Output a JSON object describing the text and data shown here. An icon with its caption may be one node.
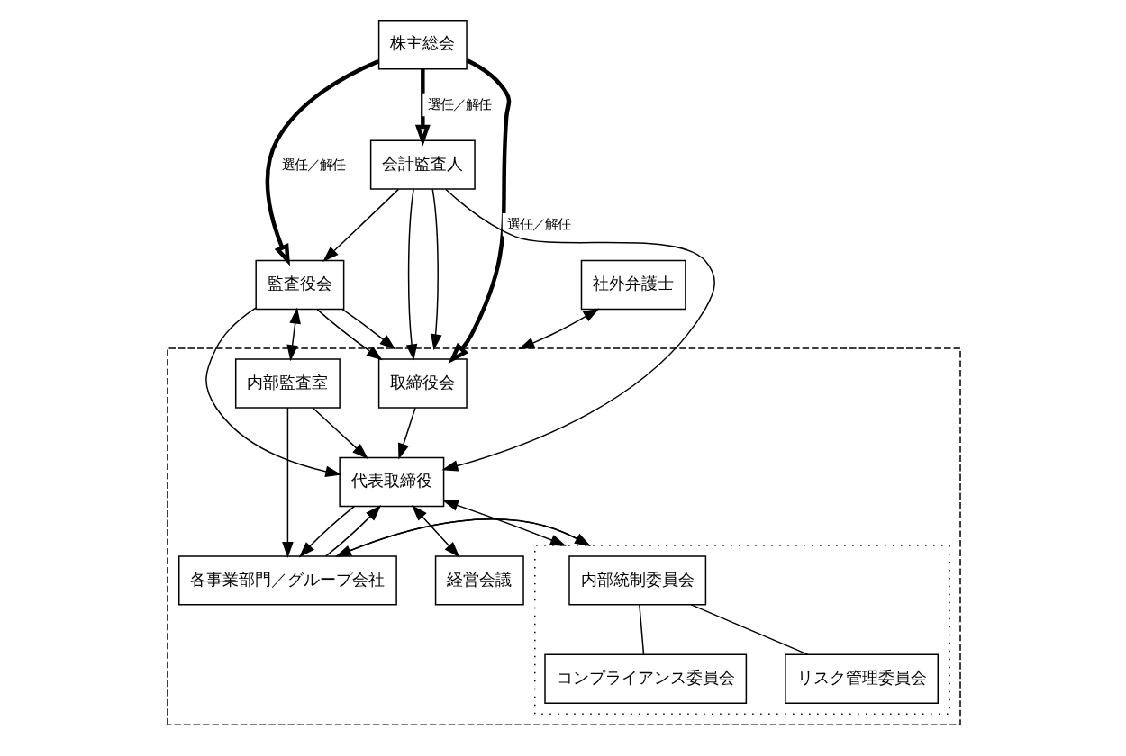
{
  "diagram": {
    "nodes": [
      {
        "text": [
          "株主総会"
        ]
      },
      {
        "text": [
          "監査役会"
        ]
      },
      {
        "text": [
          "会計監査人"
        ]
      },
      {
        "text": [],
        "shape": "box"
      },
      {
        "text": [
          "取締役会"
        ],
        "in": 3
      },
      {
        "text": [
          "代表取締役"
        ],
        "in": 3
      },
      {
        "text": [],
        "shape": "box",
        "in": 3
      },
      {
        "text": [
          "内部統制委員会"
        ],
        "in": 6
      },
      {
        "text": [
          "コンプライアンス委員会"
        ],
        "in": 6
      },
      {
        "text": [
          "リスク管理委員会"
        ],
        "in": 6
      },
      {
        "text": [
          "経営会議"
        ],
        "in": 3
      },
      {
        "text": [
          "内部監査室"
        ],
        "in": 3
      },
      {
        "text": [
          "各事業部門／グループ会社"
        ],
        "in": 3
      },
      {
        "text": [
          "社外弁護士"
        ]
      }
    ],
    "edges": [
      {
        "from": 0,
        "to": 1,
        "arrow": "to",
        "label": "選任／解任",
        "style": "thick"
      },
      {
        "from": 0,
        "to": 4,
        "arrow": "to",
        "label": "選任／解任",
        "style": "thick"
      },
      {
        "from": 0,
        "to": 2,
        "arrow": "to",
        "label": "選任／解任",
        "style": "thick"
      },
      {
        "from": 2,
        "to": 1,
        "arrow": "to"
      },
      {
        "from": 1,
        "to": 4,
        "arrow": "to"
      },
      {
        "from": 2,
        "to": 4,
        "arrow": "to"
      },
      {
        "from": 1,
        "to": 3,
        "arrow": "to"
      },
      {
        "from": 1,
        "to": 11,
        "arrow": "both"
      },
      {
        "from": 1,
        "to": 5,
        "arrow": "to"
      },
      {
        "from": 11,
        "to": 5,
        "arrow": "to"
      },
      {
        "from": 4,
        "to": 5,
        "arrow": "to"
      },
      {
        "from": 2,
        "to": 5,
        "arrow": "to"
      },
      {
        "from": 5,
        "to": 6,
        "arrow": "both"
      },
      {
        "from": 5,
        "to": 10,
        "arrow": "both"
      },
      {
        "from": 5,
        "to": 12,
        "arrow": "to"
      },
      {
        "from": 12,
        "to": 5,
        "arrow": "to"
      },
      {
        "from": 11,
        "to": 12,
        "arrow": "to"
      },
      {
        "from": 6,
        "to": 12,
        "arrow": "to"
      },
      {
        "from": 12,
        "to": 6,
        "arrow": "to"
      },
      {
        "from": 7,
        "to": 8,
        "arrow": "none"
      },
      {
        "from": 7,
        "to": 9,
        "arrow": "none"
      },
      {
        "from": 13,
        "to": 3,
        "arrow": "both"
      },
      {
        "from": 2,
        "to": 3,
        "arrow": "to"
      }
    ]
  }
}
